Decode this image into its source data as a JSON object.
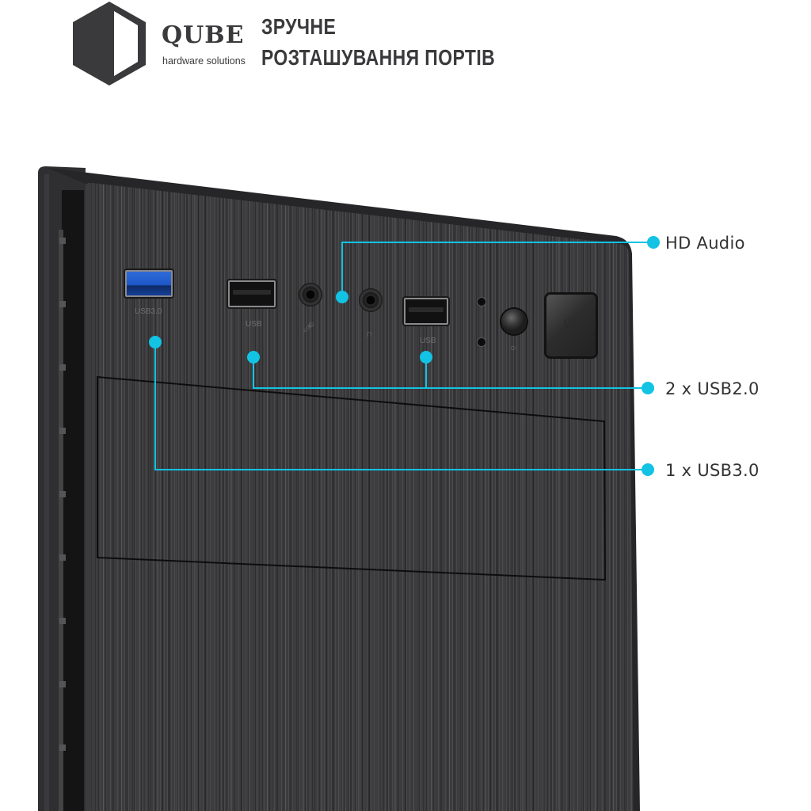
{
  "header": {
    "brand": {
      "name": "QUBE",
      "tagline": "hardware solutions",
      "logo_icon": "hexagon-cube-icon"
    },
    "headline_line1": "ЗРУЧНЕ",
    "headline_line2": "РОЗТАШУВАННЯ ПОРТІВ"
  },
  "product": {
    "front_panel": {
      "ports": [
        {
          "id": "usb3",
          "type": "USB 3.0",
          "label": "USB3.0",
          "color": "#2a64d2"
        },
        {
          "id": "usb2-a",
          "type": "USB 2.0",
          "label": "USB"
        },
        {
          "id": "mic",
          "type": "Microphone jack",
          "icon": "microphone-icon"
        },
        {
          "id": "headphone",
          "type": "Headphone jack",
          "icon": "headphone-icon"
        },
        {
          "id": "usb2-b",
          "type": "USB 2.0",
          "label": "USB"
        },
        {
          "id": "hdd-led",
          "type": "HDD LED",
          "icon": "hdd-icon"
        },
        {
          "id": "power-led",
          "type": "Power LED",
          "icon": "power-led-icon"
        },
        {
          "id": "reset",
          "type": "Reset button",
          "icon": "reset-icon"
        },
        {
          "id": "power",
          "type": "Power button",
          "icon": "power-icon"
        }
      ]
    }
  },
  "callouts": {
    "accent_color": "#12c3e3",
    "items": [
      {
        "label": "HD Audio"
      },
      {
        "label": "2 x USB2.0"
      },
      {
        "label": "1 x USB3.0"
      }
    ]
  }
}
